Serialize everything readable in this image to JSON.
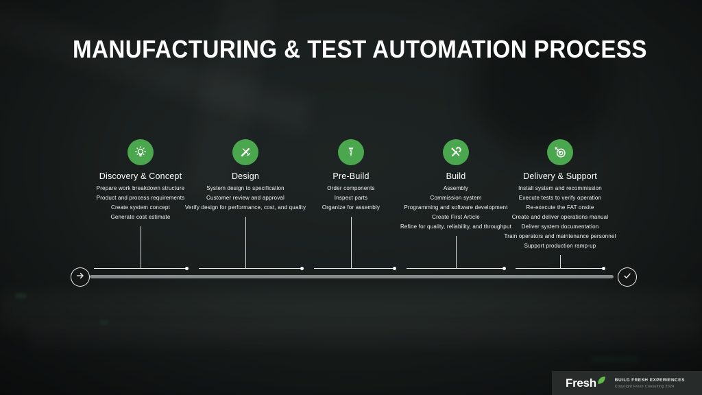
{
  "title": "MANUFACTURING & TEST AUTOMATION PROCESS",
  "colors": {
    "accent_green": "#4aa74d",
    "leaf_green": "#63bb45"
  },
  "stages": [
    {
      "label": "Discovery & Concept",
      "icon": "idea-icon",
      "items": [
        "Prepare work breakdown structure",
        "Product and process requirements",
        "Create system concept",
        "Generate cost estimate"
      ]
    },
    {
      "label": "Design",
      "icon": "design-icon",
      "items": [
        "System design to specification",
        "Customer review and approval",
        "Verify design for performance, cost, and quality"
      ]
    },
    {
      "label": "Pre-Build",
      "icon": "screw-icon",
      "items": [
        "Order components",
        "Inspect parts",
        "Organize for assembly"
      ]
    },
    {
      "label": "Build",
      "icon": "tools-icon",
      "items": [
        "Assembly",
        "Commission system",
        "Programming and software development",
        "Create First Article",
        "Refine for quality, reliability, and throughput"
      ]
    },
    {
      "label": "Delivery & Support",
      "icon": "target-icon",
      "items": [
        "Install system and recommission",
        "Execute tests to verify operation",
        "Re-execute the FAT onsite",
        "Create and deliver operations manual",
        "Deliver system documentation",
        "Train operators and maintenance personnel",
        "Support production ramp-up"
      ]
    }
  ],
  "timeline": {
    "start_icon": "arrow-right-icon",
    "end_icon": "check-icon"
  },
  "footer": {
    "logo_text": "Fresh",
    "leaf_icon": "leaf-icon",
    "tagline": "BUILD FRESH EXPERIENCES",
    "copyright": "Copyright Fresh Consulting 2024"
  }
}
